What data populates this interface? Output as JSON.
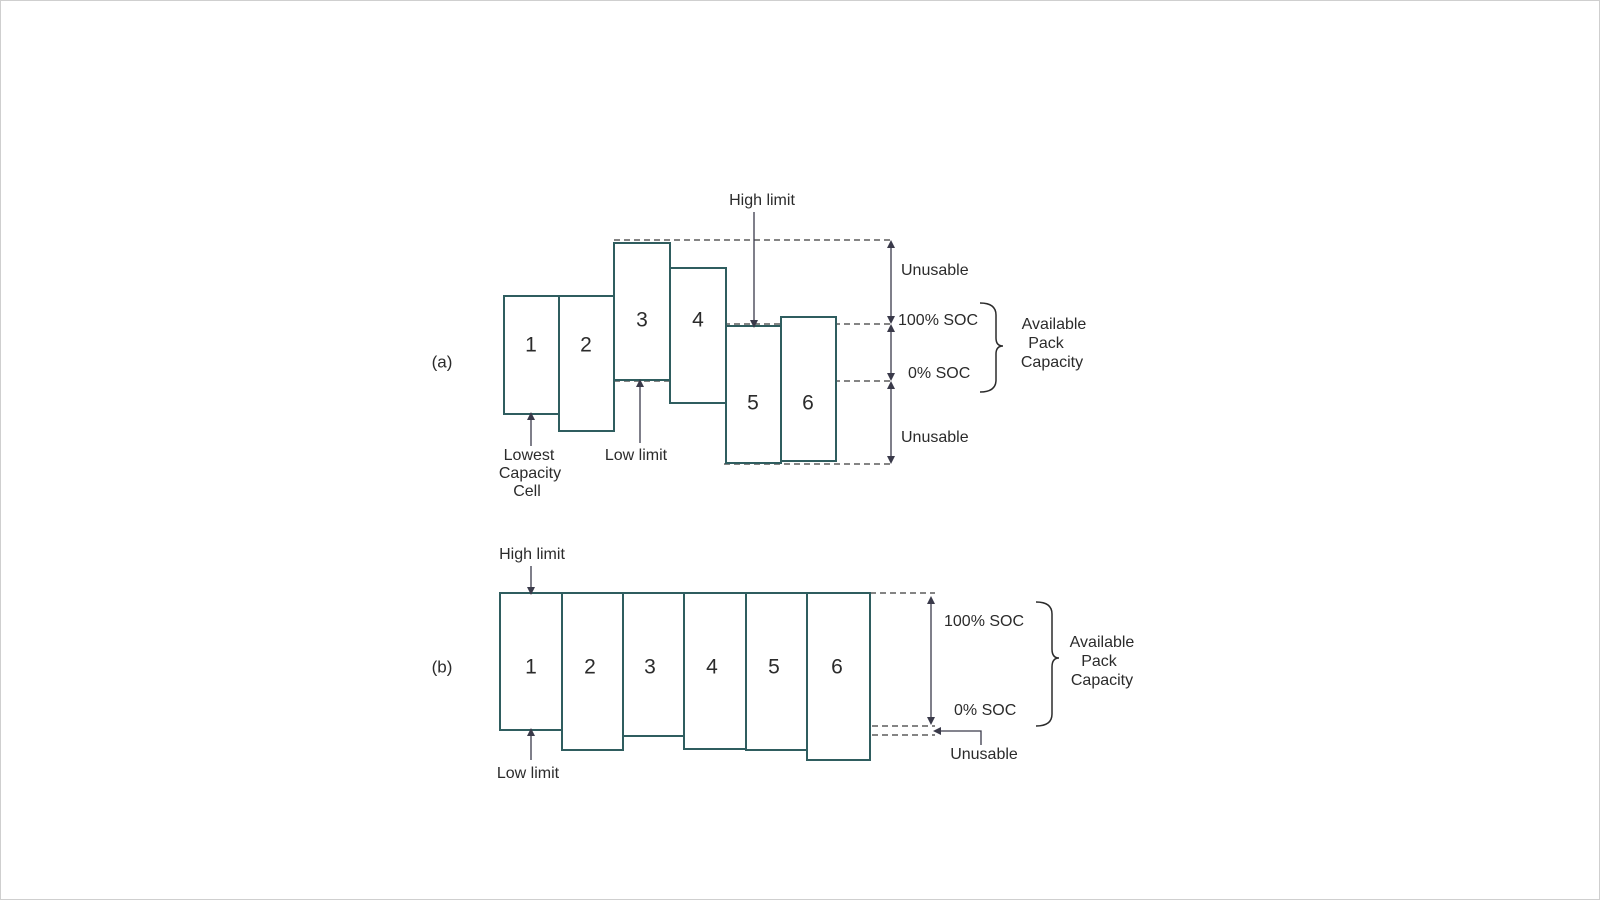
{
  "panel_a": {
    "label": "(a)",
    "cells": [
      "1",
      "2",
      "3",
      "4",
      "5",
      "6"
    ],
    "high_limit": "High limit",
    "low_limit": "Low limit",
    "lowest_capacity_cell": [
      "Lowest",
      "Capacity",
      "Cell"
    ],
    "unusable_top": "Unusable",
    "unusable_bottom": "Unusable",
    "soc_100": "100% SOC",
    "soc_0": "0% SOC",
    "available_pack_capacity": [
      "Available",
      "Pack",
      "Capacity"
    ]
  },
  "panel_b": {
    "label": "(b)",
    "cells": [
      "1",
      "2",
      "3",
      "4",
      "5",
      "6"
    ],
    "high_limit": "High limit",
    "low_limit": "Low limit",
    "soc_100": "100% SOC",
    "soc_0": "0% SOC",
    "unusable": "Unusable",
    "available_pack_capacity": [
      "Available",
      "Pack",
      "Capacity"
    ]
  },
  "colors": {
    "cell_stroke": "#2f5d5f",
    "text": "#2b2b2b"
  }
}
